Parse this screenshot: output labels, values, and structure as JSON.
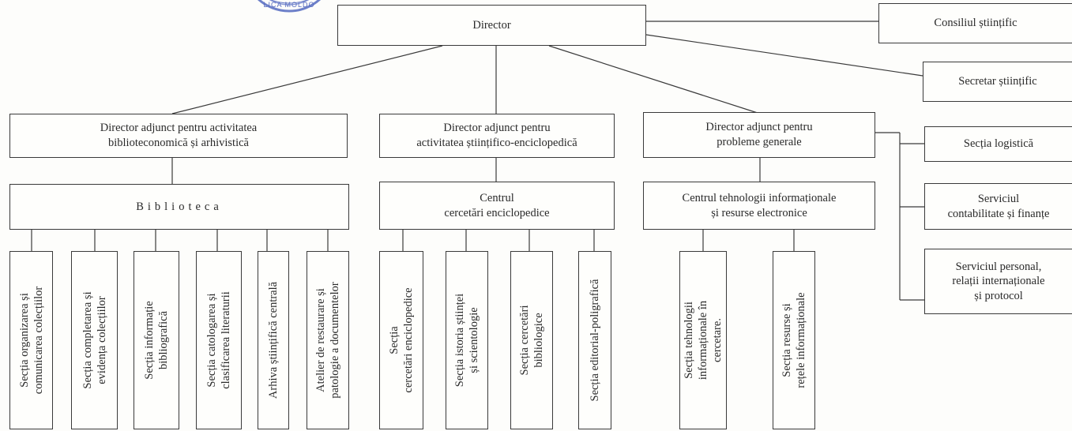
{
  "nodes": {
    "director": "Director",
    "consiliul": "Consiliul științific",
    "secretar": "Secretar științific",
    "adj_biblio": "Director adjunct pentru activitatea\nbiblioteconomică și arhivistică",
    "adj_stiintific": "Director adjunct pentru\nactivitatea științifico-enciclopedică",
    "adj_general": "Director adjunct pentru\nprobleme generale",
    "logistica": "Secția logistică",
    "contabilitate": "Serviciul\ncontabilitate și finanțe",
    "personal": "Serviciul personal,\nrelații internaționale\nși protocol",
    "biblioteca": "Biblioteca",
    "centru_cercetari": "Centrul\ncercetări enciclopedice",
    "centru_tehnologii": "Centrul tehnologii informaționale\nși resurse electronice"
  },
  "leaf_sections": [
    "Secția organizarea și\ncomunicarea colecțiilor",
    "Secția completarea și\nevidența colecțiilor",
    "Secția informație\nbibliografică",
    "Secția catologarea și\nclasificarea literaturii",
    "Arhiva științifică centrală",
    "Atelier de restaurare și\npatologie a documentelor",
    "Secția\ncercetări enciclopedice",
    "Secția istoria științei\nși scientologie",
    "Secția cercetări\nbibliologice",
    "Secția editorial-poligrafică",
    "Secția tehnologii\ninformaționale în\ncercetare.",
    "Secția resurse și\nrețele informaționale"
  ],
  "stamp_text": "...LICA MOLDO..."
}
